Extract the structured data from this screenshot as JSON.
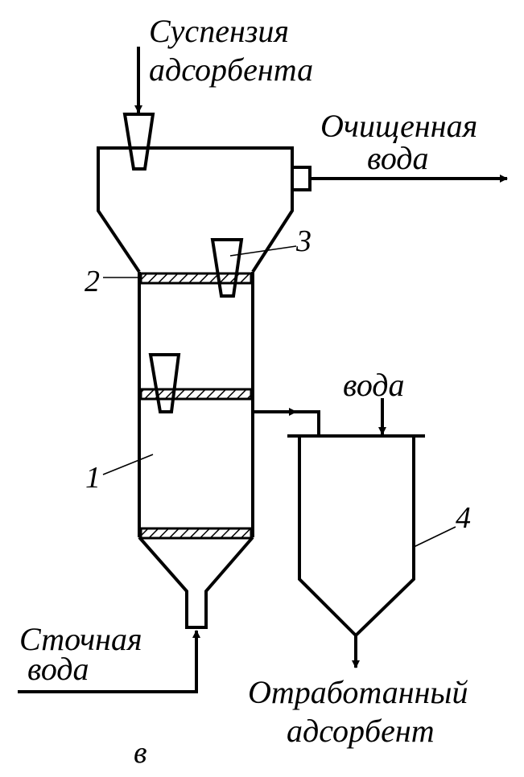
{
  "labels": {
    "adsorbent_suspension_line1": "Суспензия",
    "adsorbent_suspension_line2": "адсорбента",
    "clean_water_line1": "Очищенная",
    "clean_water_line2": "вода",
    "waste_water_line1": "Сточная",
    "waste_water_line2": "вода",
    "water": "вода",
    "spent_adsorbent_line1": "Отработанный",
    "spent_adsorbent_line2": "адсорбент",
    "callout_1": "1",
    "callout_2": "2",
    "callout_3": "3",
    "callout_4": "4",
    "figure_letter": "в"
  }
}
